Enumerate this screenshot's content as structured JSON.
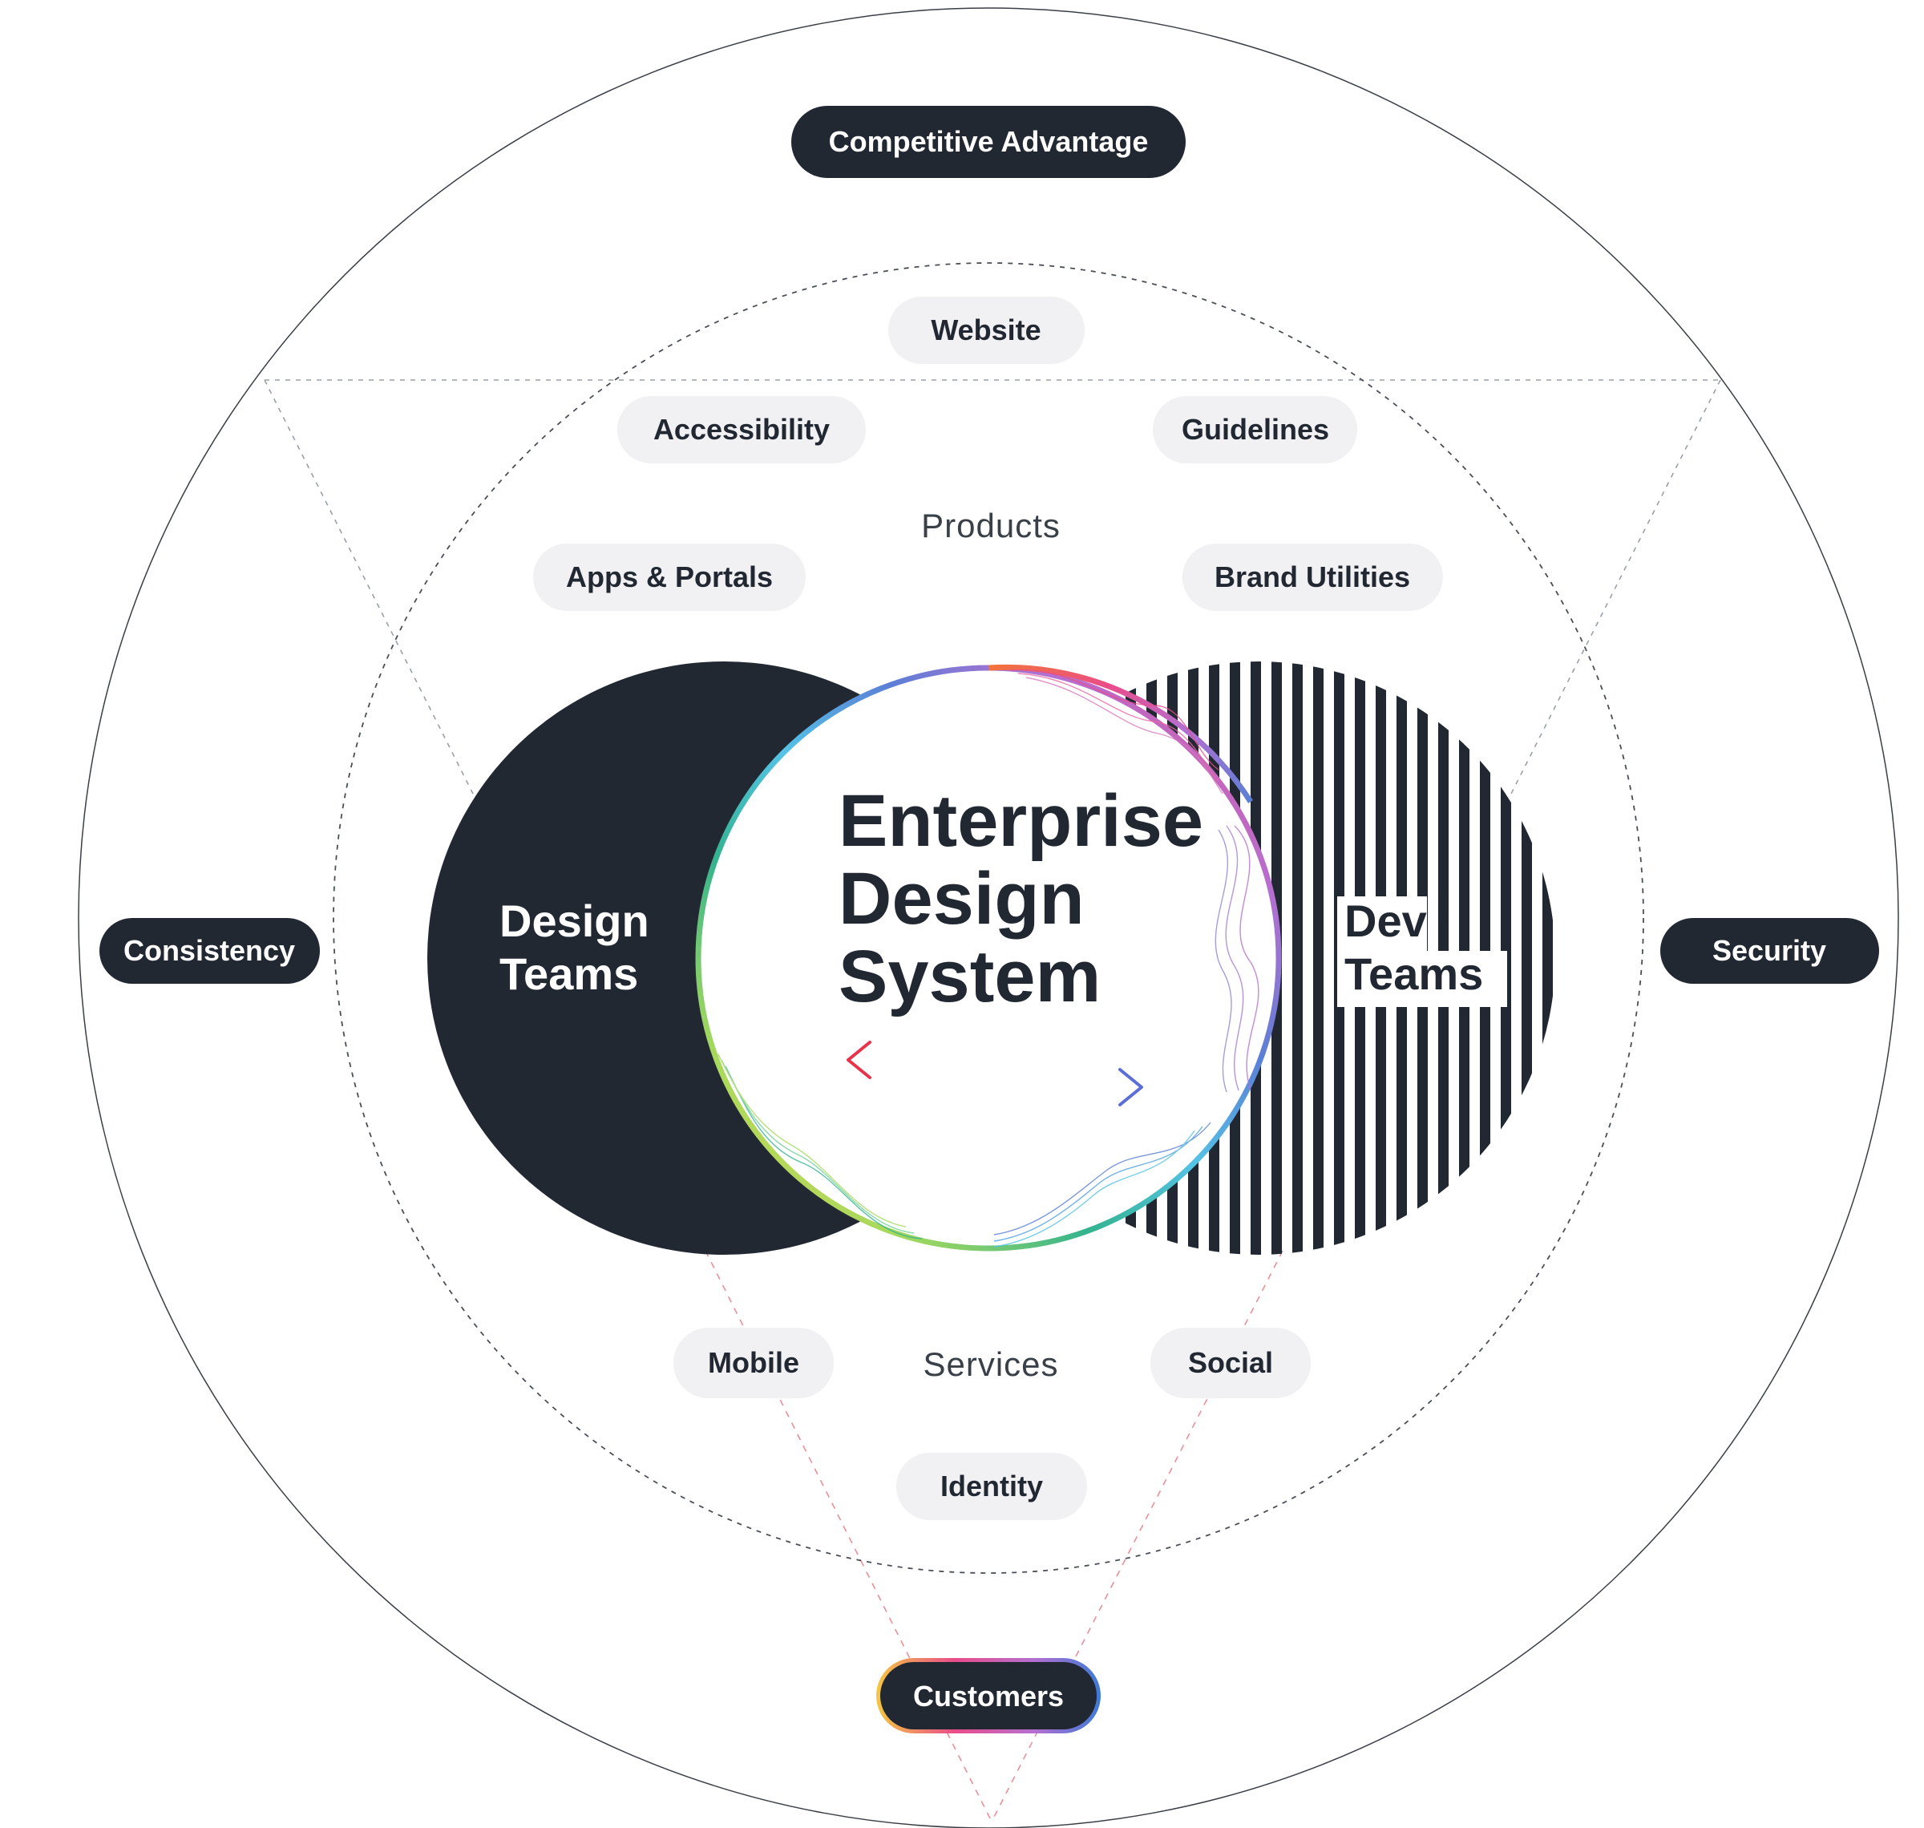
{
  "outer_ring": {
    "top": "Competitive Advantage",
    "left": "Consistency",
    "right": "Security",
    "bottom": "Customers"
  },
  "products": {
    "label": "Products",
    "items": [
      "Website",
      "Accessibility",
      "Guidelines",
      "Apps & Portals",
      "Brand Utilities"
    ]
  },
  "services": {
    "label": "Services",
    "items": [
      "Mobile",
      "Social",
      "Identity"
    ]
  },
  "center": {
    "title_lines": [
      "Enterprise",
      "Design",
      "System"
    ]
  },
  "design_teams": {
    "lines": [
      "Design",
      "Teams"
    ]
  },
  "dev_teams": {
    "lines": [
      "Dev",
      "Teams"
    ]
  },
  "colors": {
    "dark": "#212832",
    "pill_light": "#f1f1f3",
    "arrow_left": "#e8334a",
    "arrow_right": "#3d7bd6",
    "dashed_red": "#ee8f97",
    "gradient": [
      "#f4c742",
      "#f2733a",
      "#ea4c8a",
      "#b56fd0",
      "#5b7fd6",
      "#55c3e6",
      "#33b38f",
      "#a6d95c"
    ]
  },
  "icons": [
    "arrow-left-icon",
    "arrow-right-icon"
  ]
}
